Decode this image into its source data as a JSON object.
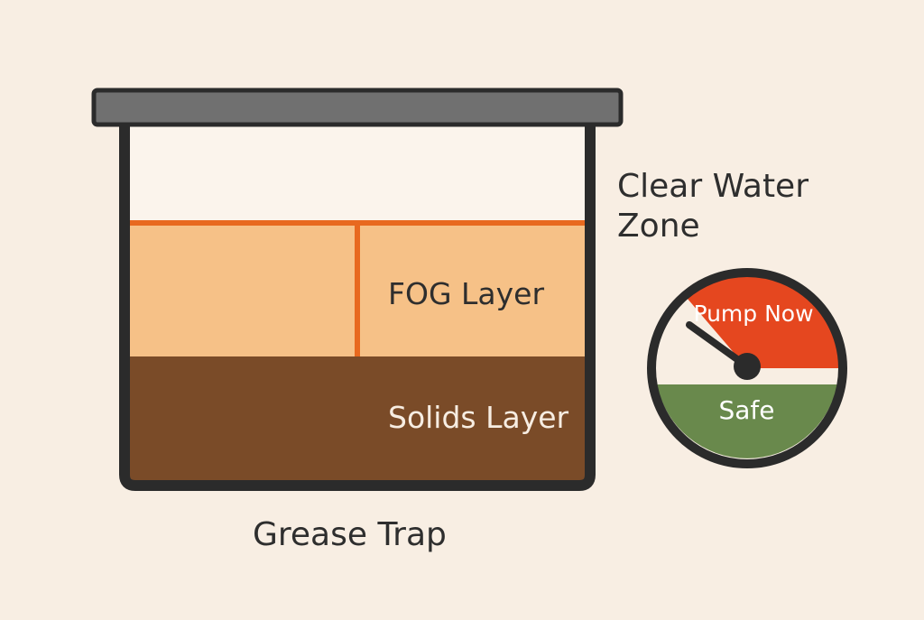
{
  "diagram": {
    "trap_label": "Grease Trap",
    "zones": {
      "clear_water": "Clear Water Zone",
      "fog": "FOG Layer",
      "solids": "Solids Layer"
    },
    "gauge": {
      "pump_label": "Pump Now",
      "safe_label": "Safe"
    }
  },
  "colors": {
    "background": "#f8eee3",
    "lid": "#707070",
    "outline": "#2b2b2b",
    "clear_water": "#fbf4ec",
    "fog_layer": "#f6c187",
    "separator": "#e8691f",
    "solids_layer": "#7a4b28",
    "gauge_red": "#e5471f",
    "gauge_green": "#69894c",
    "gauge_face": "#f8eee3"
  }
}
